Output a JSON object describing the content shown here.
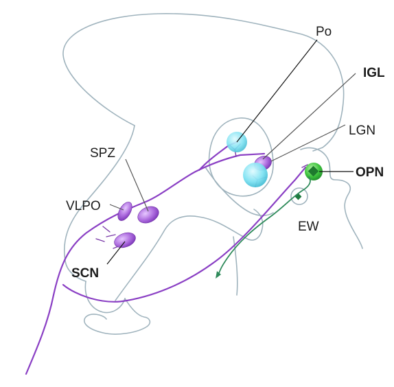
{
  "labels": {
    "po": "Po",
    "igl": "IGL",
    "lgn": "LGN",
    "opn": "OPN",
    "spz": "SPZ",
    "vlpo": "VLPO",
    "ew": "EW",
    "scn": "SCN"
  },
  "colors": {
    "axon": "#8a3fc4",
    "purple_nucleus": "#b070e0",
    "cyan_nucleus": "#5fd8ec",
    "green_nucleus": "#3ec43e",
    "green_axon": "#2e8a5a",
    "outline": "#9fb3bd"
  }
}
